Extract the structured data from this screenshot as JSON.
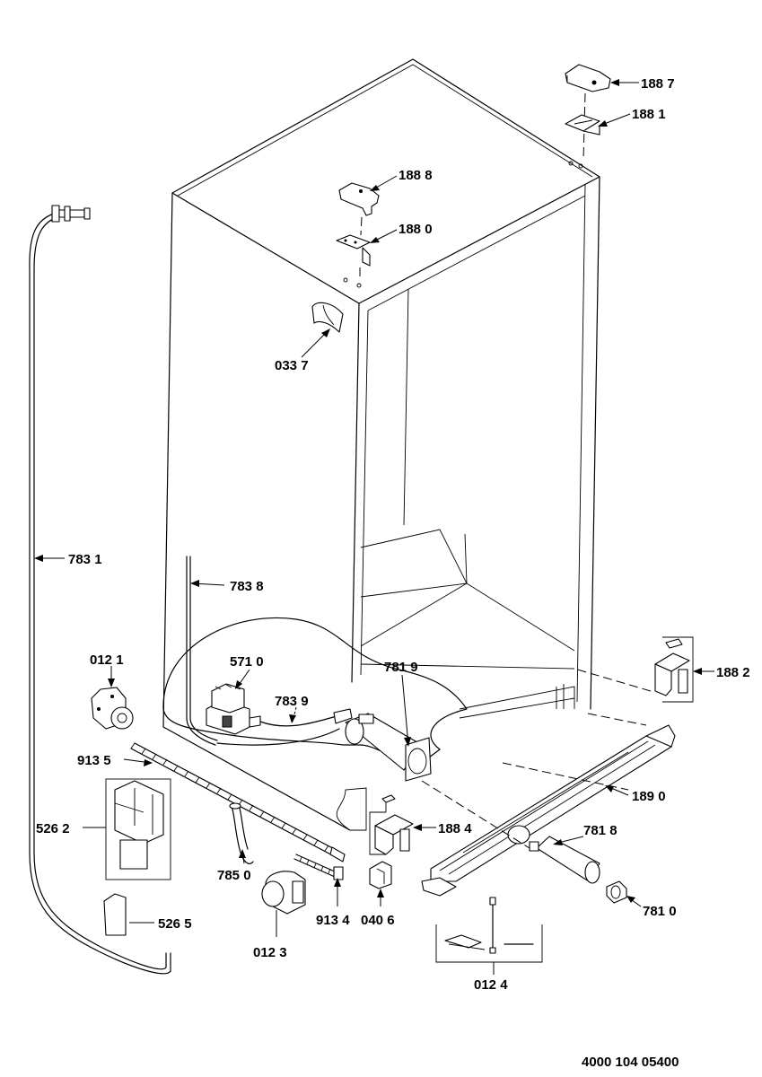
{
  "part_labels": {
    "p1887": "188 7",
    "p1881": "188 1",
    "p1888": "188 8",
    "p1880": "188 0",
    "p0337": "033 7",
    "p7831": "783 1",
    "p7838": "783 8",
    "p0121": "012 1",
    "p5710": "571 0",
    "p7839": "783 9",
    "p7819": "781 9",
    "p1882": "188 2",
    "p9135": "913 5",
    "p1890": "189 0",
    "p5262": "526 2",
    "p1884": "188 4",
    "p7818": "781 8",
    "p7850": "785 0",
    "p7810": "781 0",
    "p9134": "913 4",
    "p0406": "040 6",
    "p5265": "526 5",
    "p0123": "012 3",
    "p0124": "012 4"
  },
  "document_number": "4000 104 05400"
}
